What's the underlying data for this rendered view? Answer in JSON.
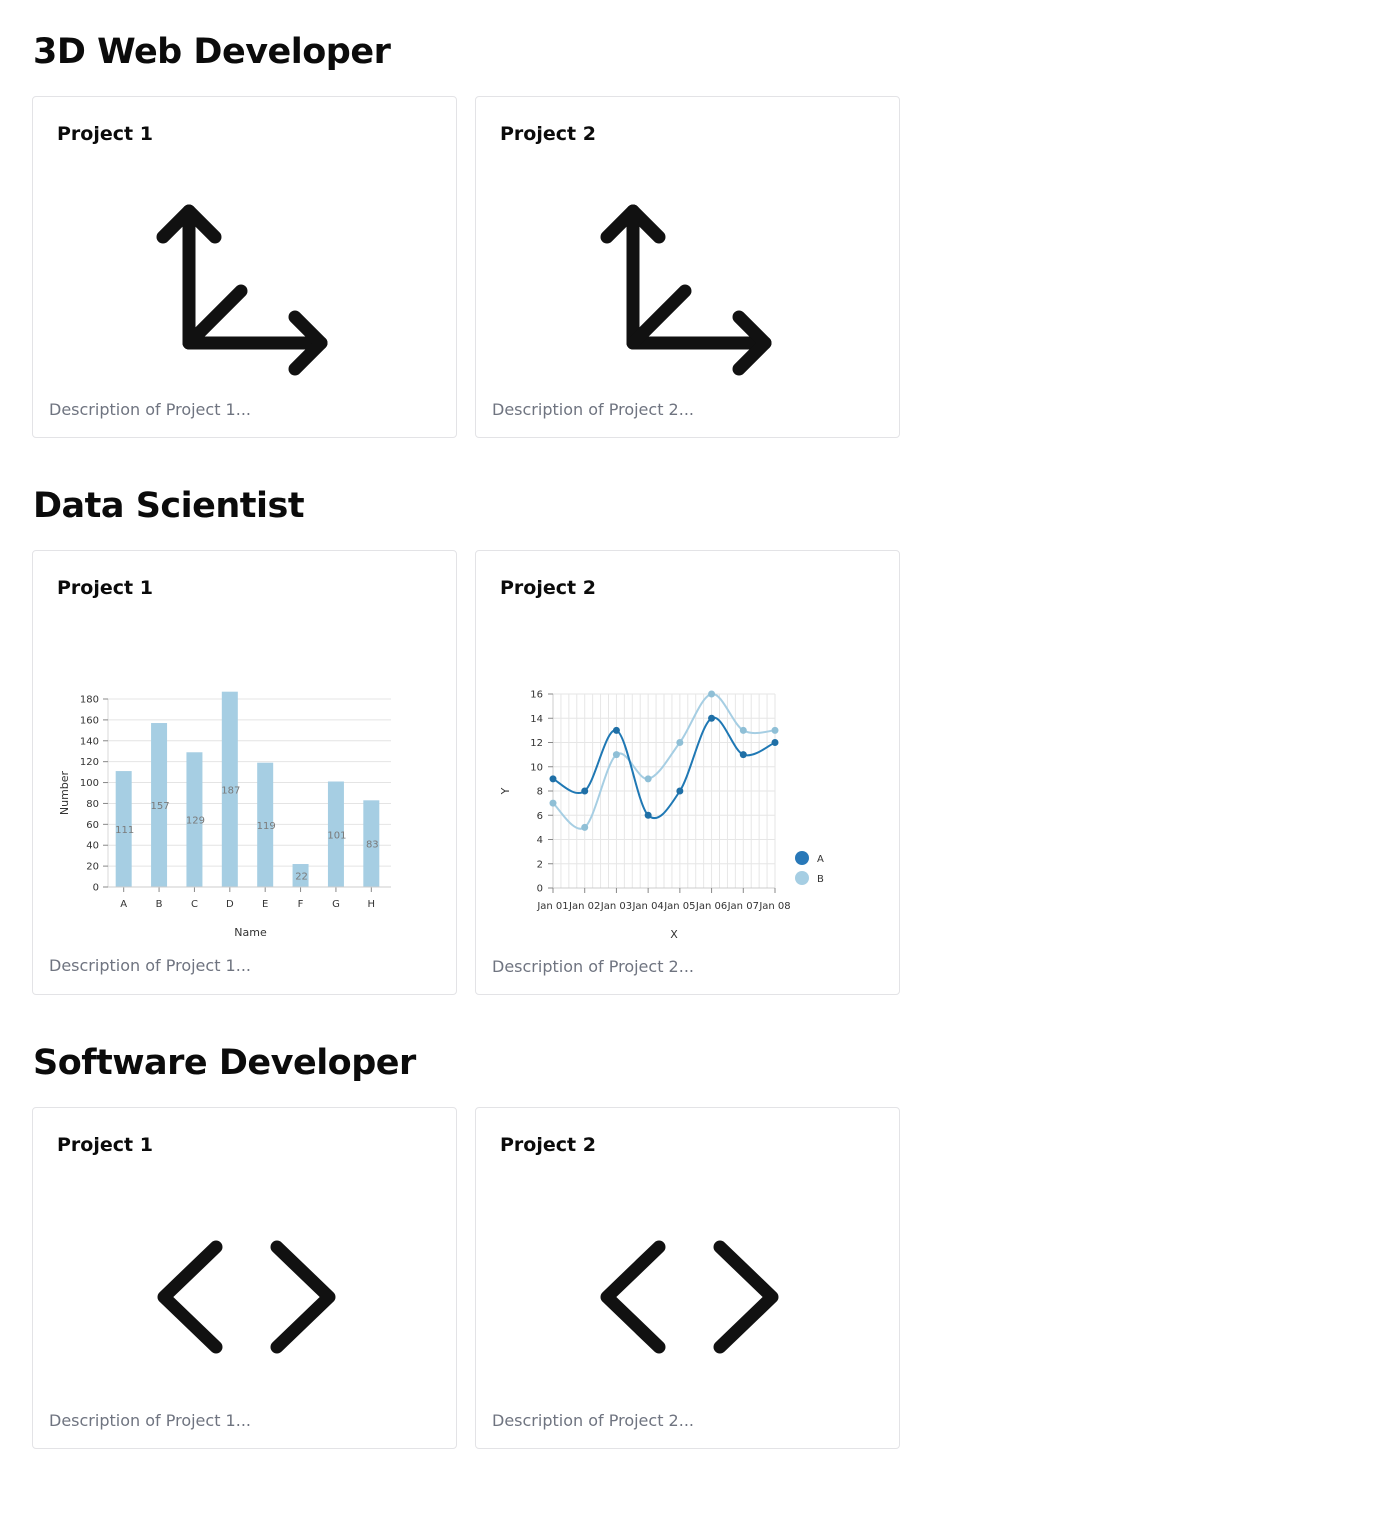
{
  "sections": [
    {
      "title": "3D Web Developer",
      "projects": [
        {
          "title": "Project 1",
          "description": "Description of Project 1...",
          "icon": "axis-3d-icon"
        },
        {
          "title": "Project 2",
          "description": "Description of Project 2...",
          "icon": "axis-3d-icon"
        }
      ]
    },
    {
      "title": "Data Scientist",
      "projects": [
        {
          "title": "Project 1",
          "description": "Description of Project 1..."
        },
        {
          "title": "Project 2",
          "description": "Description of Project 2..."
        }
      ]
    },
    {
      "title": "Software Developer",
      "projects": [
        {
          "title": "Project 1",
          "description": "Description of Project 1...",
          "icon": "code-icon"
        },
        {
          "title": "Project 2",
          "description": "Description of Project 2...",
          "icon": "code-icon"
        }
      ]
    }
  ],
  "chart_data": [
    {
      "type": "bar",
      "categories": [
        "A",
        "B",
        "C",
        "D",
        "E",
        "F",
        "G",
        "H"
      ],
      "values": [
        111,
        157,
        129,
        187,
        119,
        22,
        101,
        83
      ],
      "xlabel": "Name",
      "ylabel": "Number",
      "ylim": [
        0,
        180
      ],
      "yticks": [
        0,
        20,
        40,
        60,
        80,
        100,
        120,
        140,
        160,
        180
      ],
      "color": "#a6cee3",
      "grid": true
    },
    {
      "type": "line",
      "x": [
        "Jan 01",
        "Jan 02",
        "Jan 03",
        "Jan 04",
        "Jan 05",
        "Jan 06",
        "Jan 07",
        "Jan 08"
      ],
      "series": [
        {
          "name": "A",
          "values": [
            9,
            8,
            13,
            6,
            8,
            14,
            11,
            12
          ],
          "color": "#1f78b4"
        },
        {
          "name": "B",
          "values": [
            7,
            5,
            11,
            9,
            12,
            16,
            13,
            13
          ],
          "color": "#a6cee3"
        }
      ],
      "xlabel": "X",
      "ylabel": "Y",
      "ylim": [
        0,
        16
      ],
      "yticks": [
        0,
        2,
        4,
        6,
        8,
        10,
        12,
        14,
        16
      ],
      "grid": true,
      "legend": "right"
    }
  ]
}
